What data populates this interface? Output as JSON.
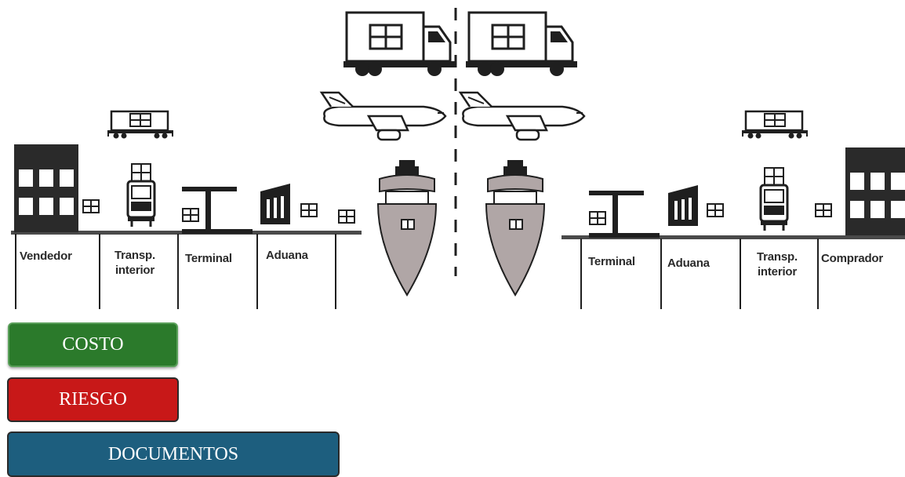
{
  "seller_side": {
    "labels": {
      "seller": "Vendedor",
      "inland_transport": "Transp.\ninterior",
      "terminal": "Terminal",
      "customs": "Aduana"
    }
  },
  "buyer_side": {
    "labels": {
      "terminal": "Terminal",
      "customs": "Aduana",
      "inland_transport": "Transp.\ninterior",
      "buyer": "Comprador"
    }
  },
  "buttons": {
    "cost": "COSTO",
    "risk": "RIESGO",
    "documents": "DOCUMENTOS"
  },
  "colors": {
    "cost": "#2b7a2b",
    "risk": "#c81818",
    "documents": "#1d5e7e",
    "ship": "#b0a6a6",
    "ink": "#1f1f1f"
  }
}
